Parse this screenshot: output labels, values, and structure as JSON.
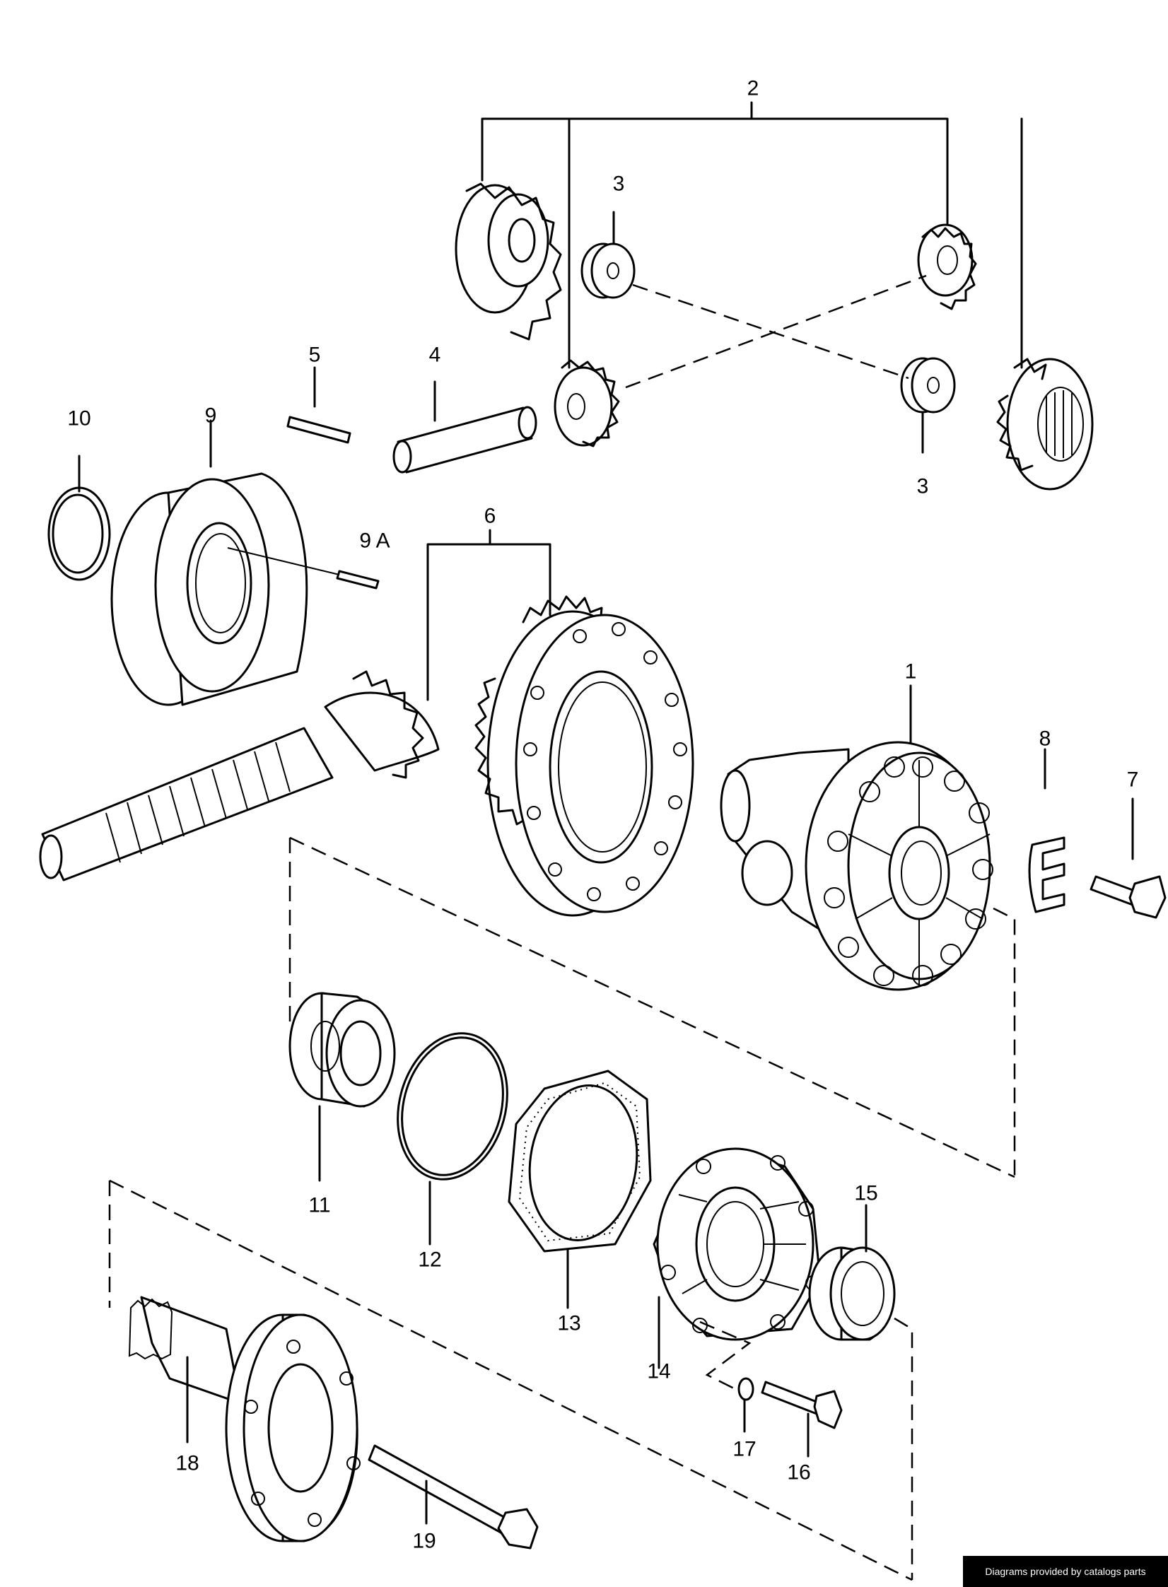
{
  "labels": {
    "l1": "1",
    "l2": "2",
    "l3a": "3",
    "l3b": "3",
    "l4": "4",
    "l5": "5",
    "l6": "6",
    "l7": "7",
    "l8": "8",
    "l9": "9",
    "l9a": "9 A",
    "l10": "10",
    "l11": "11",
    "l12": "12",
    "l13": "13",
    "l14": "14",
    "l15": "15",
    "l16": "16",
    "l17": "17",
    "l18": "18",
    "l19": "19"
  },
  "footer": {
    "credit": "Diagrams provided by catalogs parts"
  }
}
